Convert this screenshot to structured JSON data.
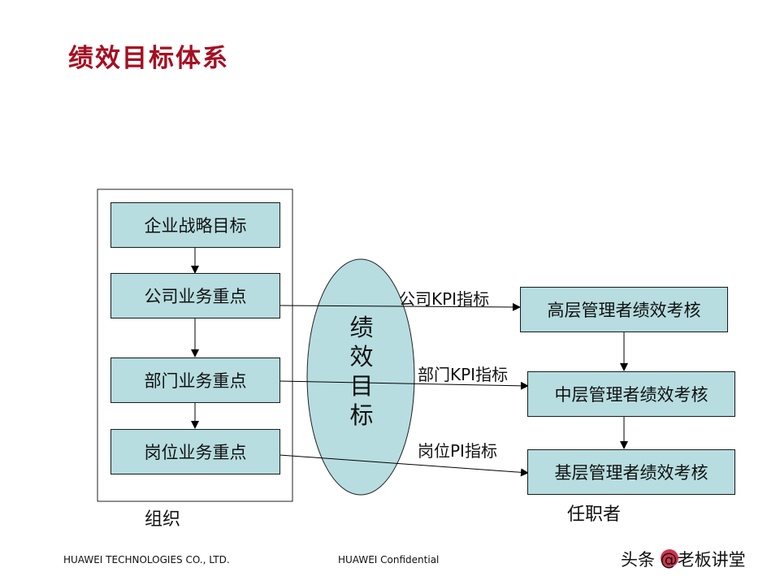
{
  "title": "绩效目标体系",
  "left_panel": {
    "boxes": [
      "企业战略目标",
      "公司业务重点",
      "部门业务重点",
      "岗位业务重点"
    ],
    "caption": "组织"
  },
  "center": {
    "ellipse_text": "绩\n效\n目\n标"
  },
  "arrows": [
    "公司KPI指标",
    "部门KPI指标",
    "岗位PI指标"
  ],
  "right_panel": {
    "boxes": [
      "高层管理者绩效考核",
      "中层管理者绩效考核",
      "基层管理者绩效考核"
    ],
    "caption": "任职者"
  },
  "footer": {
    "company": "HUAWEI TECHNOLOGIES CO., LTD.",
    "confidential": "HUAWEI Confidential"
  },
  "watermark": "头条 @老板讲堂",
  "colors": {
    "title": "#a50f22",
    "box_fill": "#b7dde0",
    "ellipse_fill": "#b7dde0"
  }
}
